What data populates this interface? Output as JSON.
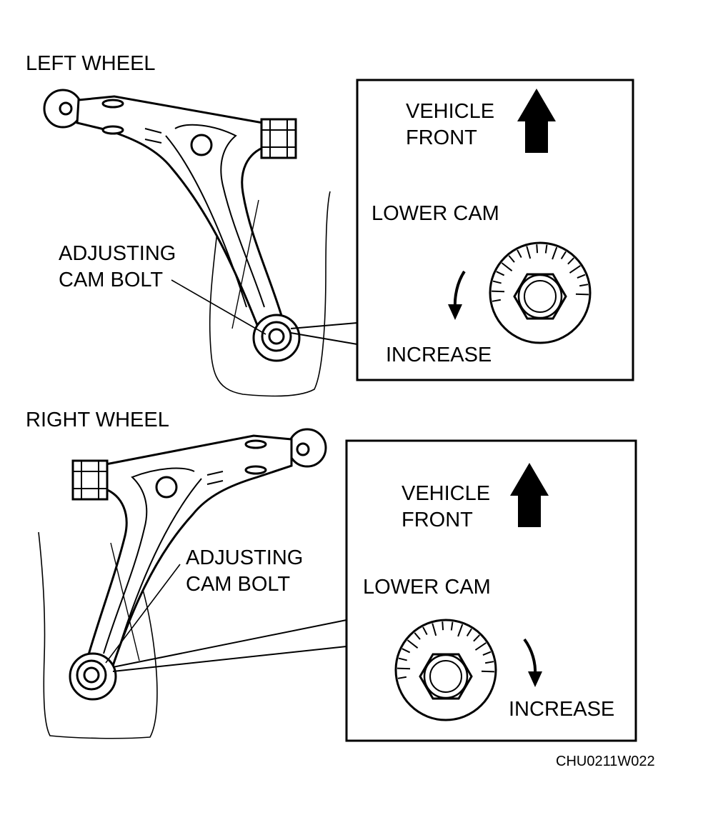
{
  "left_wheel": {
    "heading": "LEFT WHEEL",
    "callout": {
      "line1": "ADJUSTING",
      "line2": "CAM BOLT"
    },
    "detail": {
      "direction_line1": "VEHICLE",
      "direction_line2": "FRONT",
      "cam_label": "LOWER CAM",
      "rotation_label": "INCREASE"
    }
  },
  "right_wheel": {
    "heading": "RIGHT WHEEL",
    "callout": {
      "line1": "ADJUSTING",
      "line2": "CAM BOLT"
    },
    "detail": {
      "direction_line1": "VEHICLE",
      "direction_line2": "FRONT",
      "cam_label": "LOWER CAM",
      "rotation_label": "INCREASE"
    }
  },
  "figure_code": "CHU0211W022"
}
